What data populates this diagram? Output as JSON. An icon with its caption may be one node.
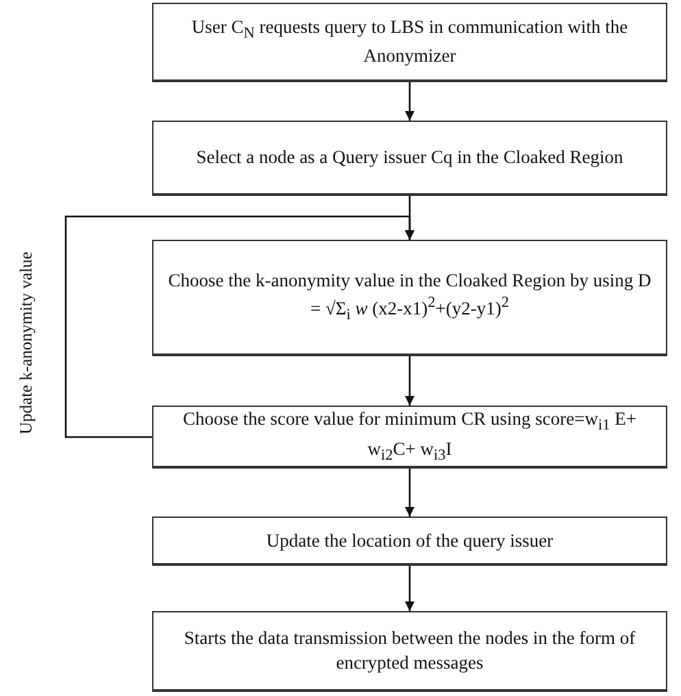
{
  "diagram": {
    "nodes": [
      {
        "text": [
          "User C$_{N}$ requests query to LBS in communication with the Anonymizer"
        ]
      },
      {
        "text": [
          "Select a node as a Query issuer Cq in the Cloaked Region"
        ]
      },
      {
        "text": [
          "Choose the k-anonymity value in the Cloaked Region by using D = √Σ$_{i}$ *w* (x2-x1)$^{2}$+(y2-y1)$^{2}$"
        ]
      },
      {
        "text": [
          "Choose the score value for minimum CR using score=w$_{i1}$ E+ w$_{i2}$C+ w$_{i3}$I"
        ]
      },
      {
        "text": [
          "Update the location of the query issuer"
        ]
      },
      {
        "text": [
          "Starts the data transmission between the nodes in the form of encrypted messages"
        ]
      }
    ],
    "edges": [
      {
        "from": 0,
        "to": 1,
        "arrow": "to"
      },
      {
        "from": 1,
        "to": 2,
        "arrow": "to"
      },
      {
        "from": 2,
        "to": 3,
        "arrow": "to"
      },
      {
        "from": 3,
        "to": 2,
        "arrow": "to",
        "label": "Update k-anonymity value"
      },
      {
        "from": 3,
        "to": 4,
        "arrow": "to"
      },
      {
        "from": 4,
        "to": 5,
        "arrow": "to"
      }
    ]
  }
}
